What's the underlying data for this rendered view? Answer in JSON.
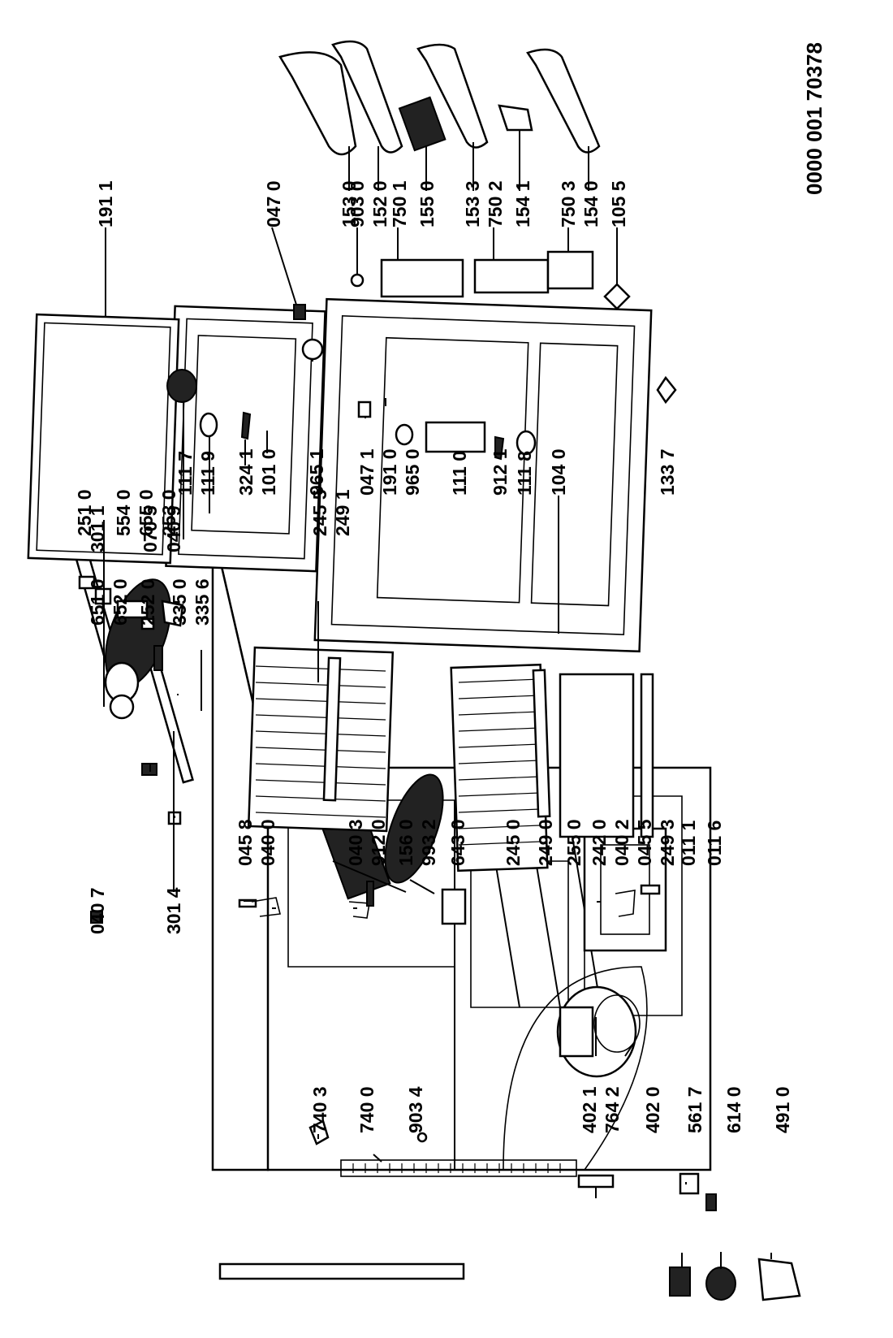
{
  "document_number": "0000 001 70378",
  "labels": {
    "l3011": "301 1",
    "l0705": "070 5",
    "l0409": "040 9",
    "l0407": "040 7",
    "l3014": "301 4",
    "l7403": "740 3",
    "l7400": "740 0",
    "l9034": "903 4",
    "l4021": "402 1",
    "l7642": "764 2",
    "l4020": "402 0",
    "l5617": "561 7",
    "l6140": "614 0",
    "l4910": "491 0",
    "l0458": "045 8",
    "l0400": "040 0",
    "l0403": "040 3",
    "l9120": "912 0",
    "l1560": "156 0",
    "l9932": "993 2",
    "l6430": "643 0",
    "l2420": "242 0",
    "l0402": "040 2",
    "l0455": "045 5",
    "l0111": "011 1",
    "l0116": "011 6",
    "l6510": "651 0",
    "l6520": "652 0",
    "l2520": "252 0",
    "l3350": "335 0",
    "l3356": "335 6",
    "l2510": "251 0",
    "l5540": "554 0",
    "l6550": "655 0",
    "l2530": "253 0",
    "l2455": "245 5",
    "l2491": "249 1",
    "l2450": "245 0",
    "l2490": "249 0",
    "l2550": "255 0",
    "l2493": "249 3",
    "l1117": "111 7",
    "l1119": "111 9",
    "l3241": "324 1",
    "l1010": "101 0",
    "l9651": "965 1",
    "l0471": "047 1",
    "l1910": "191 0",
    "l9650": "965 0",
    "l1110": "111 0",
    "l9121": "912 1",
    "l1118": "111 8",
    "l1040": "104 0",
    "l1337": "133 7",
    "l1911": "191 1",
    "l0470": "047 0",
    "l1530": "153 0",
    "l9030": "903 0",
    "l1520": "152 0",
    "l7501": "750 1",
    "l1550": "155 0",
    "l1533": "153 3",
    "l7502": "750 2",
    "l1541": "154 1",
    "l7503": "750 3",
    "l1540": "154 0",
    "l1055": "105 5"
  }
}
